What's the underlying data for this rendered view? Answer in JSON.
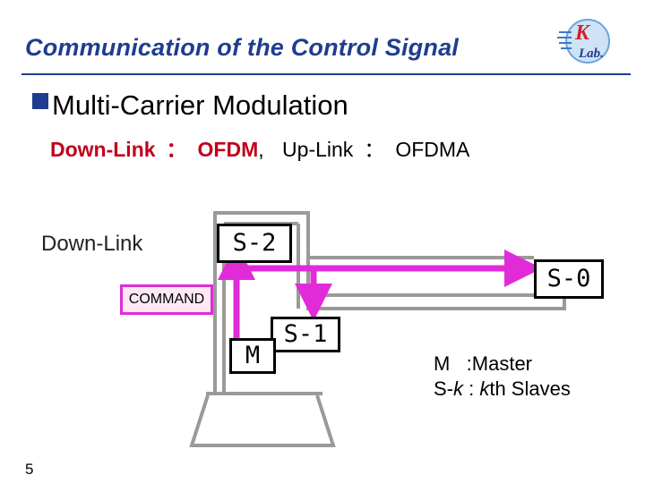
{
  "header": {
    "title": "Communication of the Control Signal"
  },
  "bullet": {
    "text": "Multi-Carrier Modulation"
  },
  "modulation": {
    "downlink_label": "Down-Link",
    "colon1": "：",
    "downlink_value": "OFDM",
    "comma": ",",
    "uplink_label": "Up-Link",
    "colon2": "：",
    "uplink_value": "OFDMA"
  },
  "diagram": {
    "label_downlink": "Down-Link",
    "command": "COMMAND",
    "nodes": {
      "master": "M",
      "s0": "S-0",
      "s1": "S-1",
      "s2": "S-2"
    }
  },
  "legend": {
    "line1": "M   :Master",
    "line2_k": "S-k",
    "line2_sep": " : ",
    "line2_kth": "k",
    "line2_rest": "th Slaves"
  },
  "footer": {
    "page_number": "5"
  },
  "colors": {
    "title": "#1f3d8f",
    "accent_red": "#c0001a",
    "arrow_magenta": "#e22bd8"
  },
  "logo": {
    "text_k": "K",
    "text_lab": "Lab."
  }
}
